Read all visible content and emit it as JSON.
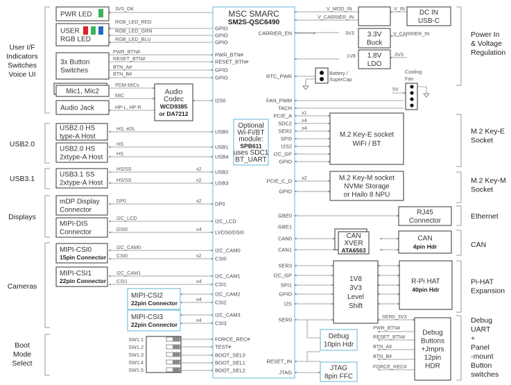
{
  "module": {
    "title": "MSC SMARC",
    "subtitle": "SM2S-QSC6490"
  },
  "groups": {
    "user_if": [
      "User I/F",
      "Indicators",
      "Switches",
      "Voice UI"
    ],
    "usb2": [
      "USB2.0"
    ],
    "usb3": [
      "USB3.1"
    ],
    "displays": [
      "Displays"
    ],
    "cameras": [
      "Cameras"
    ],
    "boot": [
      "Boot",
      "Mode",
      "Select"
    ],
    "power": [
      "Power In",
      "& Voltage",
      "Regulation"
    ],
    "m2e": [
      "M.2 Key-E",
      "Socket"
    ],
    "m2m": [
      "M.2 Key-M",
      "Socket"
    ],
    "ethernet": [
      "Ethernet"
    ],
    "can": [
      "CAN"
    ],
    "pihat": [
      "Pi-HAT",
      "Expansion"
    ],
    "debug": [
      "Debug",
      "UART",
      "+",
      "Panel",
      "-mount",
      "Button",
      "switches"
    ]
  },
  "blocks": {
    "pwr_led": "PWR LED",
    "user_rgb": [
      "USER",
      "RGB LED"
    ],
    "buttons": [
      "3x Button",
      "Switches"
    ],
    "mics": "Mic1, Mic2",
    "audio_jack": "Audio Jack",
    "codec": [
      "Audio",
      "Codec",
      "WCD9385",
      "or DA7212"
    ],
    "usb_a": [
      "USB2.0 HS",
      "type-A Host"
    ],
    "usb_2a": [
      "USB2.0 HS",
      "2xtype-A Host"
    ],
    "usb3": [
      "USB3.1 SS",
      "2xtype-A Host"
    ],
    "mdp": [
      "mDP Display",
      "Connector"
    ],
    "mipi_dsi": [
      "MIPI-DIS",
      "Connector"
    ],
    "csi0": [
      "MIPI-CSI0",
      "15pin Connector"
    ],
    "csi1": [
      "MIPI-CSI1",
      "22pin Connector"
    ],
    "csi2": [
      "MIPI-CSI2",
      "22pin Connector"
    ],
    "csi3": [
      "MIPI-CSI3",
      "22pin Connector"
    ],
    "wifi_opt": [
      "Optional",
      "Wi-Fi/BT",
      "module:",
      "SPB611",
      "uses SDC1",
      "BT_UART"
    ],
    "dcin": [
      "DC IN",
      "USB-C"
    ],
    "buck": [
      "3.3V",
      "Buck"
    ],
    "ldo": [
      "1.8V",
      "LDO"
    ],
    "battery": [
      "Battery /",
      "SuperCap"
    ],
    "fan": [
      "Cooling",
      "Fan"
    ],
    "m2e": [
      "M.2 Key-E socket",
      "WiFi / BT"
    ],
    "m2m": [
      "M.2 Key-M socket",
      "NVMe Storage",
      "or Hailo 8 NPU"
    ],
    "rj45": [
      "RJ45",
      "Connector"
    ],
    "canx": [
      "CAN",
      "XVER",
      "ATA6563"
    ],
    "canh": [
      "CAN",
      "4pin Hdr"
    ],
    "lvl": [
      "1V8",
      "3V3",
      "Level",
      "Shift"
    ],
    "rpi": [
      "R-Pi HAT",
      "40pin Hdr"
    ],
    "dbg10": [
      "Debug",
      "10pin Hdr"
    ],
    "jtag": [
      "JTAG",
      "8pin FFC"
    ],
    "dbgbtn": [
      "Debug",
      "Buttons",
      "+Jmprs",
      "12pin",
      "HDR"
    ]
  },
  "switches": [
    "SW1.1",
    "SW1.2",
    "SW1.3",
    "SW1.4",
    "SW1.5"
  ],
  "left_pins": [
    "GPIO",
    "GPIO",
    "GPIO",
    "PWR_BTN#",
    "RESET_BTN#",
    "GPIO",
    "GPIO",
    "I2S0",
    "USB0",
    "USB1",
    "USB4",
    "USB2",
    "USB3",
    "DP0",
    "I2C_LCD",
    "LVDS0/DSI0",
    "I2C_CAM0",
    "CSI0",
    "I2C_CAM1",
    "CSI1",
    "I2C_CAM2",
    "CSI2",
    "I2C_CAM3",
    "CSI3",
    "FORCE_REC#",
    "TEST#",
    "BOOT_SEL0",
    "BOOT_SEL1",
    "BOOT_SEL2"
  ],
  "right_pins": [
    "CARRIER_EN",
    "RTC_PWR",
    "FAN_PWM",
    "TACH",
    "PCIE_A",
    "SDC2",
    "SER2",
    "SPI0",
    "I2S2",
    "I2C_GP",
    "GPIO",
    "PCIE_C_D",
    "GPIO",
    "GBE0",
    "GBE1",
    "CAN0",
    "CAN1",
    "SER3",
    "I2C_GP",
    "SPI1",
    "GPIO",
    "I2S",
    "SER0",
    "RESET_IN",
    "JTAG"
  ],
  "signals": {
    "v3v3_ok": "3V3_OK",
    "rgb_red": "RGB_LED_RED",
    "rgb_grn": "RGB_LED_GRN",
    "rgb_blu": "RGB_LED_BLU",
    "pwr_btn": "PWR_BTN#",
    "reset_btn": "RESET_BTN#",
    "btn_a": "BTN_A#",
    "btn_b": "BTN_B#",
    "pdm": "PDM MICs",
    "mic": "MIC",
    "hp": "HP-L, HP-R",
    "hs_edl": "HS, eDL",
    "hs": "HS",
    "hsss": "HS/SS",
    "dp0": "DP0",
    "i2c_lcd": "I2C_LCD",
    "dsi0": "DSI0",
    "i2c_cam0": "I2C_CAM0",
    "csi0": "CSI0",
    "i2c_cam1": "I2C_CAM1",
    "csi1": "CSI1",
    "x1": "x1",
    "x2": "x2",
    "x4": "x4",
    "v_mod_in": "V_MOD_IN",
    "v_carrier_in": "V_CARRIER_IN",
    "v_in": "V_IN",
    "v3v3": "3V3",
    "v1v8": "1V8",
    "v5": "5V",
    "ser0_3v3": "SER0_3V3",
    "force_rec": "FORCE_REC#"
  }
}
